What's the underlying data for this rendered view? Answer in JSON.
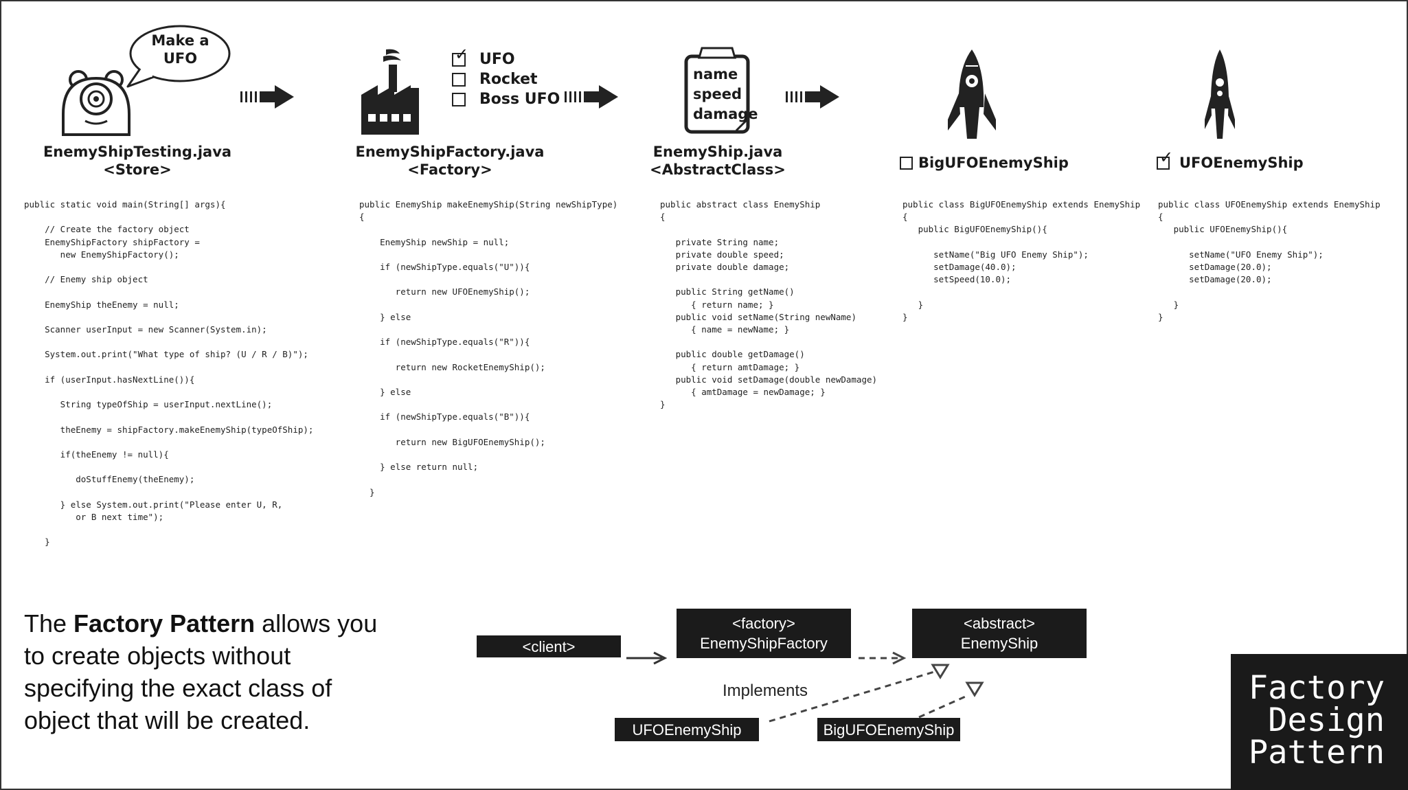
{
  "panels": {
    "store": {
      "speech": [
        "Make a",
        "UFO"
      ],
      "title": "EnemyShipTesting.java",
      "subtitle": "<Store>",
      "code": "public static void main(String[] args){\n\n    // Create the factory object\n    EnemyShipFactory shipFactory =\n       new EnemyShipFactory();\n\n    // Enemy ship object\n\n    EnemyShip theEnemy = null;\n\n    Scanner userInput = new Scanner(System.in);\n\n    System.out.print(\"What type of ship? (U / R / B)\");\n\n    if (userInput.hasNextLine()){\n\n       String typeOfShip = userInput.nextLine();\n\n       theEnemy = shipFactory.makeEnemyShip(typeOfShip);\n\n       if(theEnemy != null){\n\n          doStuffEnemy(theEnemy);\n\n       } else System.out.print(\"Please enter U, R,\n          or B next time\");\n\n    }"
    },
    "factory": {
      "options": [
        {
          "label": "UFO",
          "checked": true
        },
        {
          "label": "Rocket",
          "checked": false
        },
        {
          "label": "Boss UFO",
          "checked": false
        }
      ],
      "title": "EnemyShipFactory.java",
      "subtitle": "<Factory>",
      "code": "public EnemyShip makeEnemyShip(String newShipType)\n{\n\n    EnemyShip newShip = null;\n\n    if (newShipType.equals(\"U\")){\n\n       return new UFOEnemyShip();\n\n    } else\n\n    if (newShipType.equals(\"R\")){\n\n       return new RocketEnemyShip();\n\n    } else\n\n    if (newShipType.equals(\"B\")){\n\n       return new BigUFOEnemyShip();\n\n    } else return null;\n\n  }"
    },
    "abstract": {
      "clipboard": [
        "name",
        "speed",
        "damage"
      ],
      "title": "EnemyShip.java",
      "subtitle": "<AbstractClass>",
      "code": "public abstract class EnemyShip\n{\n\n   private String name;\n   private double speed;\n   private double damage;\n\n   public String getName()\n      { return name; }\n   public void setName(String newName)\n      { name = newName; }\n\n   public double getDamage()\n      { return amtDamage; }\n   public void setDamage(double newDamage)\n      { amtDamage = newDamage; }\n}"
    },
    "big_ufo": {
      "title": "BigUFOEnemyShip",
      "checked": false,
      "code": "public class BigUFOEnemyShip extends EnemyShip\n{\n   public BigUFOEnemyShip(){\n\n      setName(\"Big UFO Enemy Ship\");\n      setDamage(40.0);\n      setSpeed(10.0);\n\n   }\n}"
    },
    "ufo": {
      "title": "UFOEnemyShip",
      "checked": true,
      "code": "public class UFOEnemyShip extends EnemyShip\n{\n   public UFOEnemyShip(){\n\n      setName(\"UFO Enemy Ship\");\n      setDamage(20.0);\n      setDamage(20.0);\n\n   }\n}"
    }
  },
  "description": {
    "before": "The ",
    "bold": "Factory Pattern",
    "after": " allows you to create objects without specifying the exact class of object that will be created."
  },
  "uml": {
    "client": "<client>",
    "factory_stereotype": "<factory>",
    "factory_name": "EnemyShipFactory",
    "abstract_stereotype": "<abstract>",
    "abstract_name": "EnemyShip",
    "implements_label": "Implements",
    "ufo": "UFOEnemyShip",
    "big_ufo": "BigUFOEnemyShip"
  },
  "badge": [
    "Factory",
    "Design",
    "Pattern"
  ],
  "icons": [
    "monster-icon",
    "factory-icon",
    "clipboard-icon",
    "rocket-icon",
    "arrow-icon"
  ]
}
